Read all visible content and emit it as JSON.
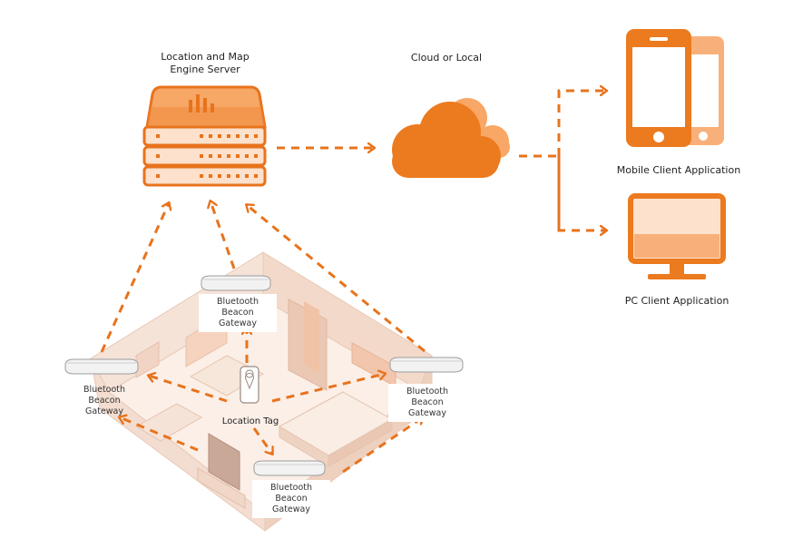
{
  "server": {
    "label_line1": "Location and Map",
    "label_line2": "Engine Server"
  },
  "cloud": {
    "label": "Cloud or Local"
  },
  "mobile": {
    "label": "Mobile Client Application"
  },
  "pc": {
    "label": "PC Client Application"
  },
  "tag": {
    "label": "Location Tag"
  },
  "gateways": {
    "top": {
      "line1": "Bluetooth Beacon",
      "line2": "Gateway"
    },
    "left": {
      "line1": "Bluetooth Beacon",
      "line2": "Gateway"
    },
    "right": {
      "line1": "Bluetooth Beacon",
      "line2": "Gateway"
    },
    "bottom": {
      "line1": "Bluetooth Beacon",
      "line2": "Gateway"
    }
  },
  "colors": {
    "accent": "#E8731C",
    "accent_light": "#F7B98A",
    "accent_pale": "#FBD9BF",
    "room_wall": "#F3DDD0",
    "room_floor": "#FBEFE7",
    "room_line": "#E9C9B6"
  }
}
